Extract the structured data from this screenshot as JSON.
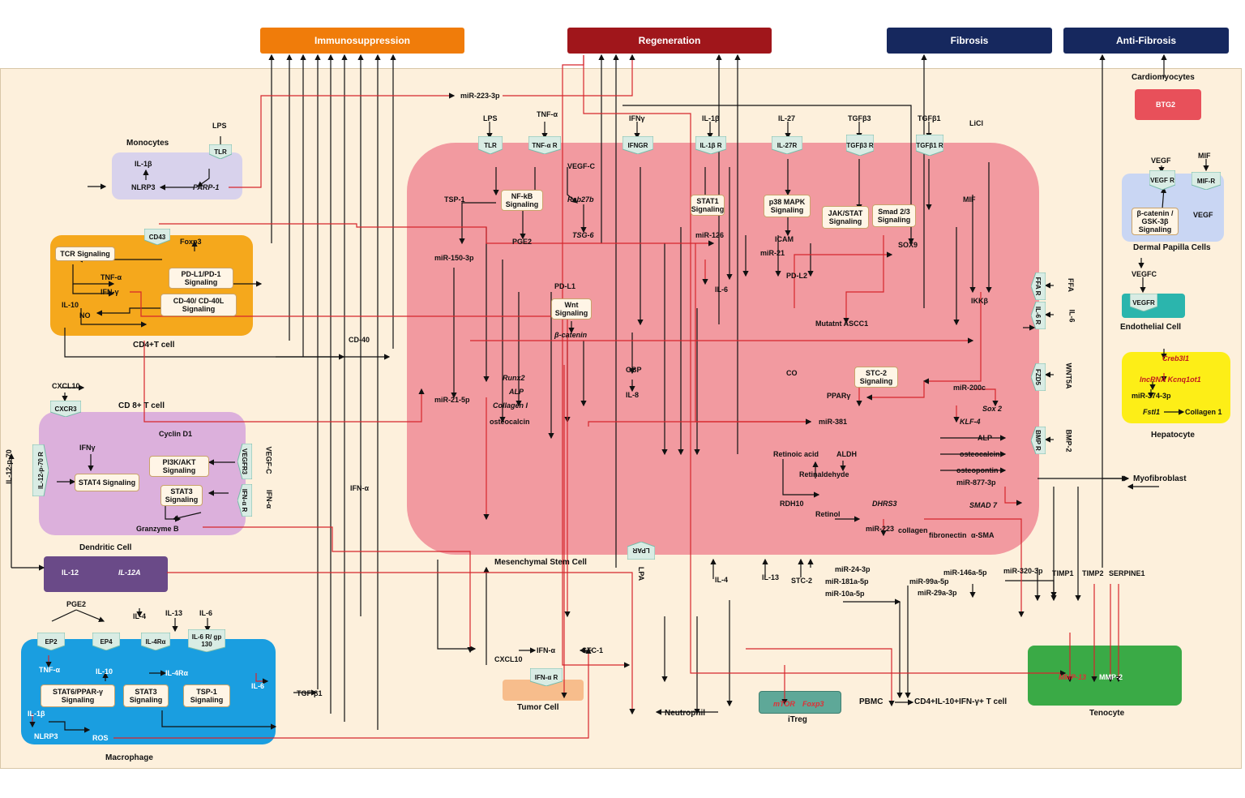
{
  "header": {
    "immunosuppression": "Immunosuppression",
    "regeneration": "Regeneration",
    "fibrosis": "Fibrosis",
    "anti_fibrosis": "Anti-Fibrosis"
  },
  "colors": {
    "immunosuppression": "#f07c0a",
    "regeneration": "#a0161b",
    "fibrosis": "#16285e",
    "msc": "#f29aa0",
    "monocytes": "#d8d2ec",
    "cd4": "#f5a81c",
    "dendritic": "#dcb0dc",
    "il12": "#6a4a88",
    "macrophage": "#1a9ee0",
    "tumor": "#f7bd8c",
    "itreg": "#5ea898",
    "tenocyte": "#3aaa46",
    "hepatocyte": "#fdee17",
    "dermal": "#c9d6f3",
    "endothelial": "#2bb5ad",
    "cardio": "#e8505a",
    "background": "#fdf0dc"
  },
  "cells": {
    "msc": "Mesenchymal Stem Cell",
    "monocytes": "Monocytes",
    "cd4": "CD4+T cell",
    "cd8": "CD 8+ T cell",
    "dendritic": "Dendritic Cell",
    "macrophage": "Macrophage",
    "tumor": "Tumor Cell",
    "neutrophil": "Neutrophil",
    "itreg": "iTreg",
    "pbmc": "PBMC",
    "pbmc_target": "CD4+IL-10+IFN-γ+ T cell",
    "tenocyte": "Tenocyte",
    "hepatocyte": "Hepatocyte",
    "dermal": "Dermal Papilla Cells",
    "endothelial": "Endothelial Cell",
    "cardiomyocytes": "Cardiomyocytes",
    "myofibroblast": "Myofibroblast"
  },
  "monocytes": {
    "lps": "LPS",
    "tlr": "TLR",
    "il1b": "IL-1β",
    "nlrp3": "NLRP3",
    "parp1": "PARP-1"
  },
  "cd4": {
    "cd43": "CD43",
    "foxp3": "Foxp3",
    "tcr": "TCR Signaling",
    "tnfa": "TNF-α",
    "ifng": "IFN-γ",
    "il10": "IL-10",
    "no": "NO",
    "pdl1": "PD-L1/PD-1 Signaling",
    "cd40": "CD-40/ CD-40L Signaling"
  },
  "cd8": {
    "cxcl10": "CXCL10",
    "cxcr3": "CXCR3"
  },
  "dendritic": {
    "il12p70": "IL-12-p-70",
    "il12p70r": "IL-12-p-70 R",
    "ifng": "IFNγ",
    "stat4": "STAT4 Signaling",
    "cyclin": "Cyclin D1",
    "pi3k": "PI3K/AKT Signaling",
    "stat3": "STAT3 Signaling",
    "vegfr3": "VEGFR3",
    "vegfc": "VEGF-C",
    "ifnar": "IFN-α R",
    "ifna": "IFN-α",
    "granzyme": "Granzyme B"
  },
  "il12box": {
    "il12": "IL-12",
    "il12a": "IL-12A"
  },
  "macrophage": {
    "pge2": "PGE2",
    "ep2": "EP2",
    "ep4": "EP4",
    "il4ra": "IL-4Rα",
    "il6r": "IL-6 R/ gp 130",
    "il4": "IL-4",
    "il13": "IL-13",
    "il6": "IL-6",
    "tnfa": "TNF-α",
    "il10": "IL-10",
    "il4ra2": "IL-4Rα",
    "stat6": "STAT6/PPAR-γ Signaling",
    "stat3": "STAT3 Signaling",
    "tsp1": "TSP-1 Signaling",
    "il6b": "IL-6",
    "tgfb1": "TGF-β1",
    "il1b": "IL-1β",
    "nlrp3": "NLRP3",
    "ros": "ROS"
  },
  "msc": {
    "lps": "LPS",
    "tlr": "TLR",
    "tnf": "TNF-α",
    "tnfar": "TNF-α R",
    "ifng": "IFNγ",
    "ifngr": "IFNGR",
    "il1b": "IL-1β",
    "il1br": "IL-1β R",
    "il27": "IL-27",
    "il27r": "IL-27R",
    "tgfb3": "TGFβ3",
    "tgfb3r": "TGFβ3 R",
    "tgfb1": "TGFβ1",
    "tgfb1r": "TGFβ1 R",
    "licl": "LiCl",
    "mir223top": "miR-223-3p",
    "vegfc": "VEGF-C",
    "tsp1": "TSP-1",
    "nfkb": "NF-kB Signaling",
    "rab27b": "Rab27b",
    "tsg6": "TSG-6",
    "pge2": "PGE2",
    "stat1": "STAT1 Signaling",
    "p38": "p38 MAPK Signaling",
    "jak": "JAK/STAT Signaling",
    "smad23": "Smad 2/3 Signaling",
    "mif": "MIF",
    "mir126": "miR-126",
    "icam": "ICAM",
    "sox9": "SOX9",
    "mir150": "miR-150-3p",
    "mir21": "miR-21",
    "pdl2": "PD-L2",
    "pdl1": "PD-L1",
    "il6": "IL-6",
    "wnt": "Wnt Signaling",
    "cd40": "CD-40",
    "bcat": "β-catenin",
    "mutant": "Mutatnt ASCC1",
    "ikkb": "IKKβ",
    "runx2": "Runx2",
    "alp": "ALP",
    "col1": "Collagen I",
    "osteo": "osteocalcin",
    "gbp": "GBP",
    "il8": "IL-8",
    "co": "CO",
    "stc2sig": "STC-2 Signaling",
    "ppar": "PPARγ",
    "mir381": "miR-381",
    "mir21_5p": "miR-21-5p",
    "mir200c": "miR-200c",
    "sox2": "Sox 2",
    "klf4": "KLF-4",
    "alp2": "ALP",
    "osteo2": "osteocalcin",
    "osteopontin": "osteopontin",
    "mir877": "miR-877-3p",
    "smad7": "SMAD 7",
    "retacid": "Retinoic acid",
    "aldh": "ALDH",
    "retinal": "Retinaldehyde",
    "rdh10": "RDH10",
    "dhrs3": "DHRS3",
    "retinol": "Retinol",
    "mir223": "miR-223",
    "collagen": "collagen",
    "fibronectin": "fibronectin",
    "asma": "α-SMA",
    "lpar": "LPAR",
    "lpa": "LPA",
    "ffa": "FFA",
    "ffar": "FFA R",
    "il6r": "IL-6 R",
    "il6x": "IL-6",
    "wnt5a": "WNT5A",
    "fzd5": "FZD5",
    "bmp2": "BMP-2",
    "bmpr": "BMP R"
  },
  "outputs": {
    "cxcl10": "CXCL10",
    "ifna": "IFN-α",
    "stc1": "STC-1",
    "ifnar": "IFN-α R",
    "il4": "IL-4",
    "il13": "IL-13",
    "stc2": "STC-2",
    "mir24": "miR-24-3p",
    "mir181": "miR-181a-5p",
    "mir10": "miR-10a-5p",
    "mir99": "miR-99a-5p",
    "mir29": "miR-29a-3p",
    "mir146": "miR-146a-5p",
    "mir320": "miR-320-3p",
    "timp1": "TIMP1",
    "timp2": "TIMP2",
    "serpine1": "SERPINE1",
    "ifna_mid": "IFN-α",
    "mtor": "mTOR",
    "foxp3": "Foxp3",
    "mmp13": "MMP-13",
    "mmp2": "MMP-2"
  },
  "hepatocyte": {
    "creb": "Creb3l1",
    "lnc": "lncRNA Kcnq1ot1",
    "mir374": "miR-374-3p",
    "fstl1": "Fstl1",
    "col1": "Collagen 1"
  },
  "dermal": {
    "vegf": "VEGF",
    "vegfr": "VEGF R",
    "mif": "MIF",
    "mifr": "MIF-R",
    "bcat": "β-catenin / GSK-3β Signaling",
    "vegf2": "VEGF"
  },
  "endothelial": {
    "vegfc": "VEGFC",
    "vegfr": "VEGFR"
  },
  "cardio": {
    "btg2": "BTG2"
  }
}
